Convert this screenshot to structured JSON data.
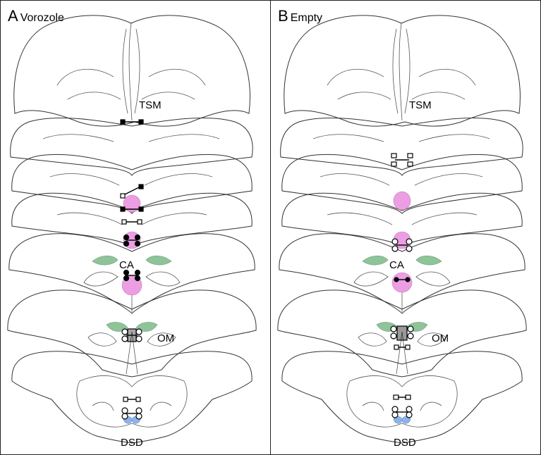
{
  "panels": [
    {
      "letter": "A",
      "title": "Vorozole"
    },
    {
      "letter": "B",
      "title": "Empty"
    }
  ],
  "labels": {
    "tsm": "TSM",
    "ca": "CA",
    "om": "OM",
    "dsd": "DSD"
  },
  "colors": {
    "green_region": "#8fc49a",
    "pink_region": "#ec9ee3",
    "blue_region": "#8db3ea",
    "outline": "#333333"
  }
}
